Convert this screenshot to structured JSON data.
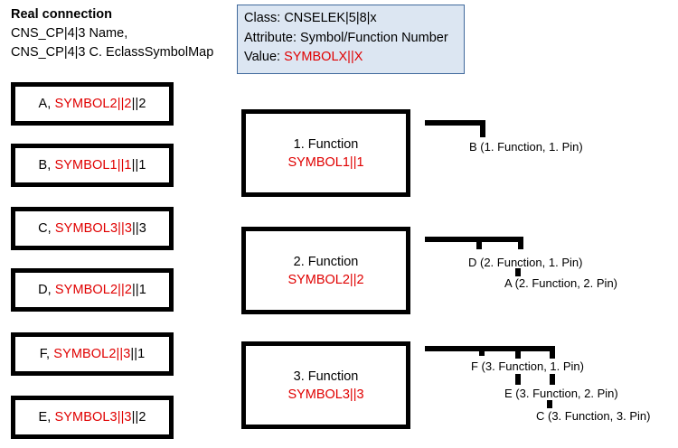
{
  "header": {
    "title": "Real connection",
    "line1": "CNS_CP|4|3 Name,",
    "line2": "CNS_CP|4|3 C. EclassSymbolMap"
  },
  "info_box": {
    "class_label": "Class: CNSELEK|5|8|x",
    "attribute_label": "Attribute: Symbol/Function Number",
    "value_prefix": "Value: ",
    "value_text": "SYMBOLX||X",
    "fill_color": "#dce6f2",
    "border_color": "#40699c"
  },
  "connections": [
    {
      "prefix": "A, ",
      "symbol": "SYMBOL2||2",
      "suffix": "||2"
    },
    {
      "prefix": "B, ",
      "symbol": "SYMBOL1||1",
      "suffix": "||1"
    },
    {
      "prefix": "C, ",
      "symbol": "SYMBOL3||3",
      "suffix": "||3"
    },
    {
      "prefix": "D, ",
      "symbol": "SYMBOL2||2",
      "suffix": "||1"
    },
    {
      "prefix": "F, ",
      "symbol": "SYMBOL2||3",
      "suffix": "||1"
    },
    {
      "prefix": "E, ",
      "symbol": "SYMBOL3||3",
      "suffix": "||2"
    }
  ],
  "functions": [
    {
      "title": "1. Function",
      "symbol": "SYMBOL1||1"
    },
    {
      "title": "2. Function",
      "symbol": "SYMBOL2||2"
    },
    {
      "title": "3. Function",
      "symbol": "SYMBOL3||3"
    }
  ],
  "pins": {
    "group1": [
      {
        "label": "B (1. Function, 1. Pin)"
      }
    ],
    "group2": [
      {
        "label": "D (2. Function, 1. Pin)"
      },
      {
        "label": "A (2. Function, 2. Pin)"
      }
    ],
    "group3": [
      {
        "label": "F  (3. Function, 1. Pin)"
      },
      {
        "label": "E (3. Function, 2. Pin)"
      },
      {
        "label": "C (3. Function, 3. Pin)"
      }
    ]
  },
  "colors": {
    "symbol_red": "#e00000",
    "text_black": "#000000"
  }
}
